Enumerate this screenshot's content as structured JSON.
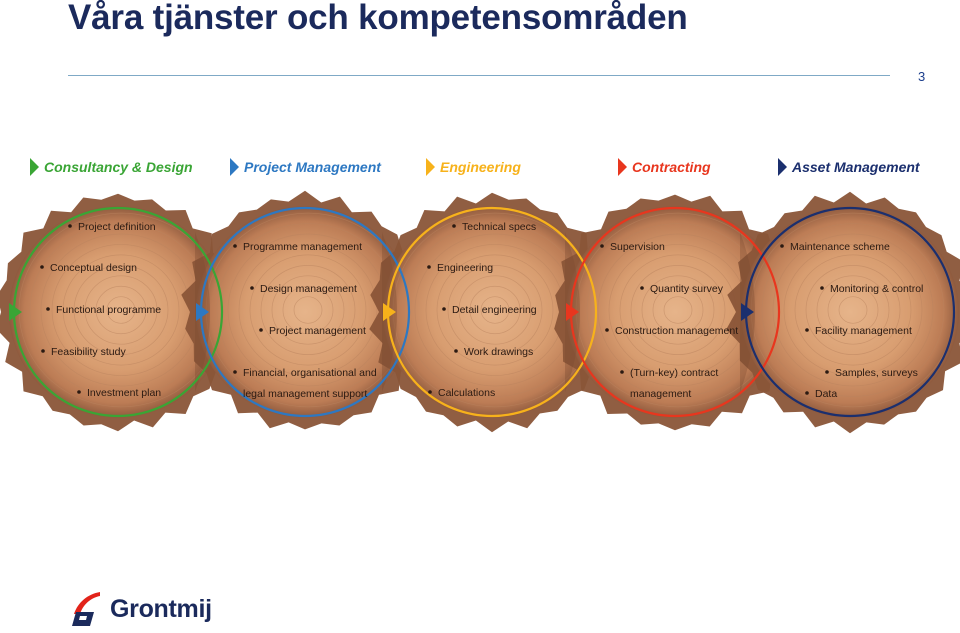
{
  "slide": {
    "title": "Våra tjänster och kompetensområden",
    "page_number": "3"
  },
  "diagram": {
    "phases": [
      {
        "name": "Consultancy & Design",
        "color": "#3aa535",
        "items": [
          "Project definition",
          "Conceptual design",
          "Functional programme",
          "Feasibility study",
          "Investment plan"
        ]
      },
      {
        "name": "Project Management",
        "color": "#2d78c2",
        "items": [
          "Programme management",
          "Design management",
          "Project management",
          "Financial, organisational and",
          "legal management support"
        ]
      },
      {
        "name": "Engineering",
        "color": "#f7b21b",
        "items": [
          "Technical specs",
          "Engineering",
          "Detail engineering",
          "Work drawings",
          "Calculations"
        ]
      },
      {
        "name": "Contracting",
        "color": "#e8361e",
        "items": [
          "Supervision",
          "Quantity survey",
          "Construction management",
          "(Turn-key) contract",
          "management"
        ]
      },
      {
        "name": "Asset Management",
        "color": "#1b2f6e",
        "items": [
          "Maintenance scheme",
          "Monitoring & control",
          "Facility management",
          "Samples, surveys",
          "Data"
        ]
      }
    ]
  },
  "logo": {
    "text": "Grontmij",
    "icon": "grontmij-swoosh-icon",
    "colors": {
      "red": "#e2231a",
      "navy": "#1b2a5c"
    }
  }
}
